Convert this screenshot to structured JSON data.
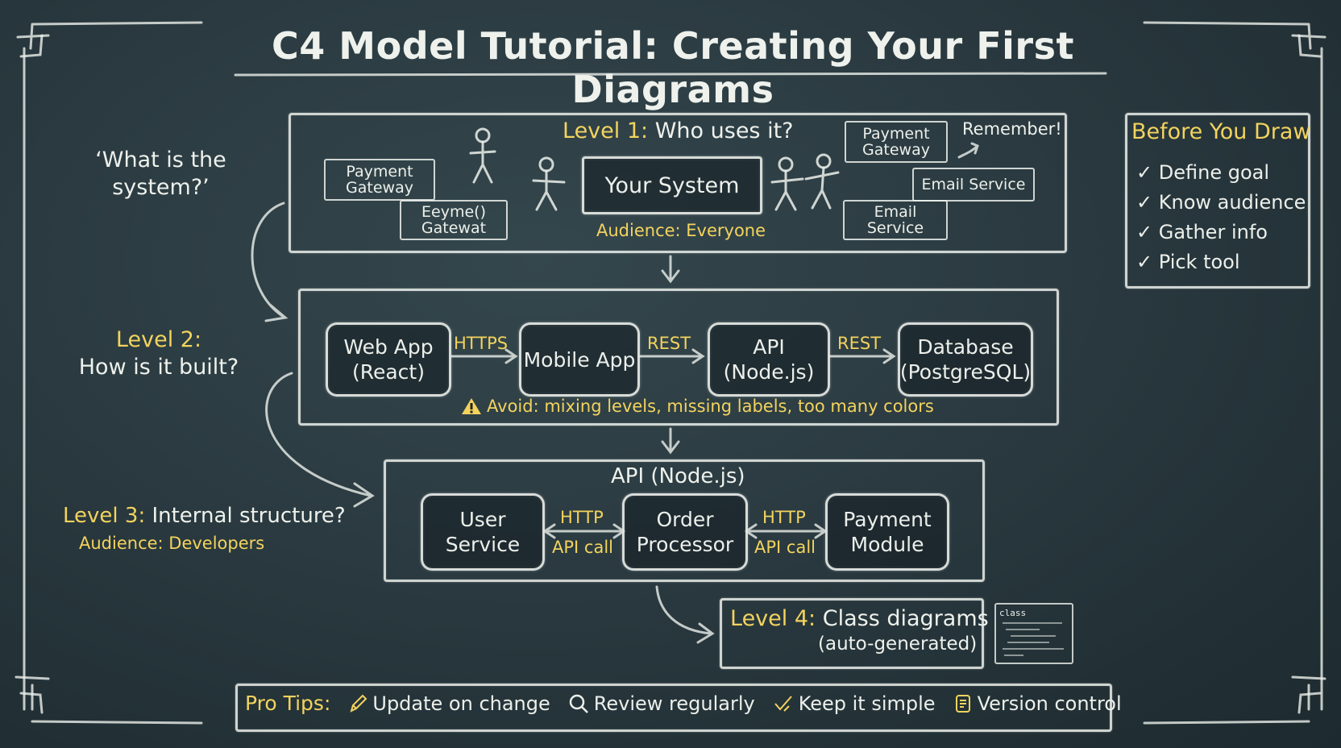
{
  "title": "C4 Model Tutorial: Creating Your First Diagrams",
  "level1": {
    "label": "Level 1:",
    "question": "Who uses it?",
    "side_note": "‘What is the system?’",
    "center": "Your System",
    "audience": "Audience: Everyone",
    "remember": "Remember!",
    "boxes": {
      "pg_left": "Payment Gateway",
      "pg_left_smudge": "Eeyme() Gatewat",
      "pg_right": "Payment Gateway",
      "email_right": "Email Service",
      "email_bottom": "Email Service"
    }
  },
  "level2": {
    "label": "Level 2:",
    "question": "How is it built?",
    "nodes": [
      "Web App (React)",
      "Mobile App",
      "API (Node.js)",
      "Database (PostgreSQL)"
    ],
    "edges": [
      "HTTPS",
      "REST",
      "REST"
    ],
    "warning": "Avoid: mixing levels, missing labels, too many colors"
  },
  "level3": {
    "label": "Level 3:",
    "question": "Internal structure?",
    "audience": "Audience: Developers",
    "container_title": "API (Node.js)",
    "nodes": [
      "User Service",
      "Order Processor",
      "Payment Module"
    ],
    "edges": [
      {
        "top": "HTTP",
        "bottom": "API call"
      },
      {
        "top": "HTTP",
        "bottom": "API call"
      }
    ]
  },
  "level4": {
    "label": "Level 4:",
    "question": "Class diagrams",
    "note": "(auto-generated)",
    "thumb_text": "class"
  },
  "checklist": {
    "title": "Before You Draw",
    "items": [
      "Define goal",
      "Know audience",
      "Gather info",
      "Pick tool"
    ]
  },
  "pro_tips": {
    "label": "Pro Tips:",
    "items": [
      {
        "icon": "pencil-icon",
        "text": "Update on change"
      },
      {
        "icon": "magnifier-icon",
        "text": "Review regularly"
      },
      {
        "icon": "check-pencil-icon",
        "text": "Keep it simple"
      },
      {
        "icon": "scroll-icon",
        "text": "Version control"
      }
    ]
  }
}
